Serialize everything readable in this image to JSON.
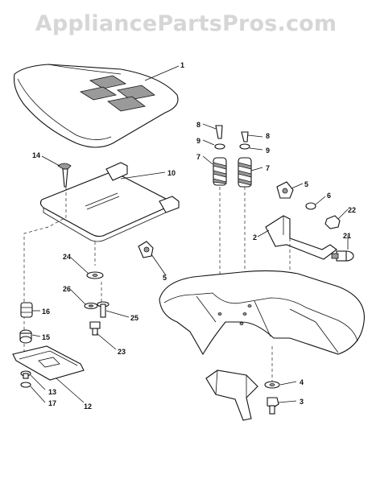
{
  "watermark": "AppliancePartsPros.com",
  "callouts": [
    "1",
    "2",
    "3",
    "4",
    "5",
    "5",
    "6",
    "7",
    "7",
    "8",
    "8",
    "9",
    "9",
    "10",
    "12",
    "13",
    "14",
    "15",
    "16",
    "17",
    "21",
    "22",
    "23",
    "24",
    "25",
    "26"
  ]
}
